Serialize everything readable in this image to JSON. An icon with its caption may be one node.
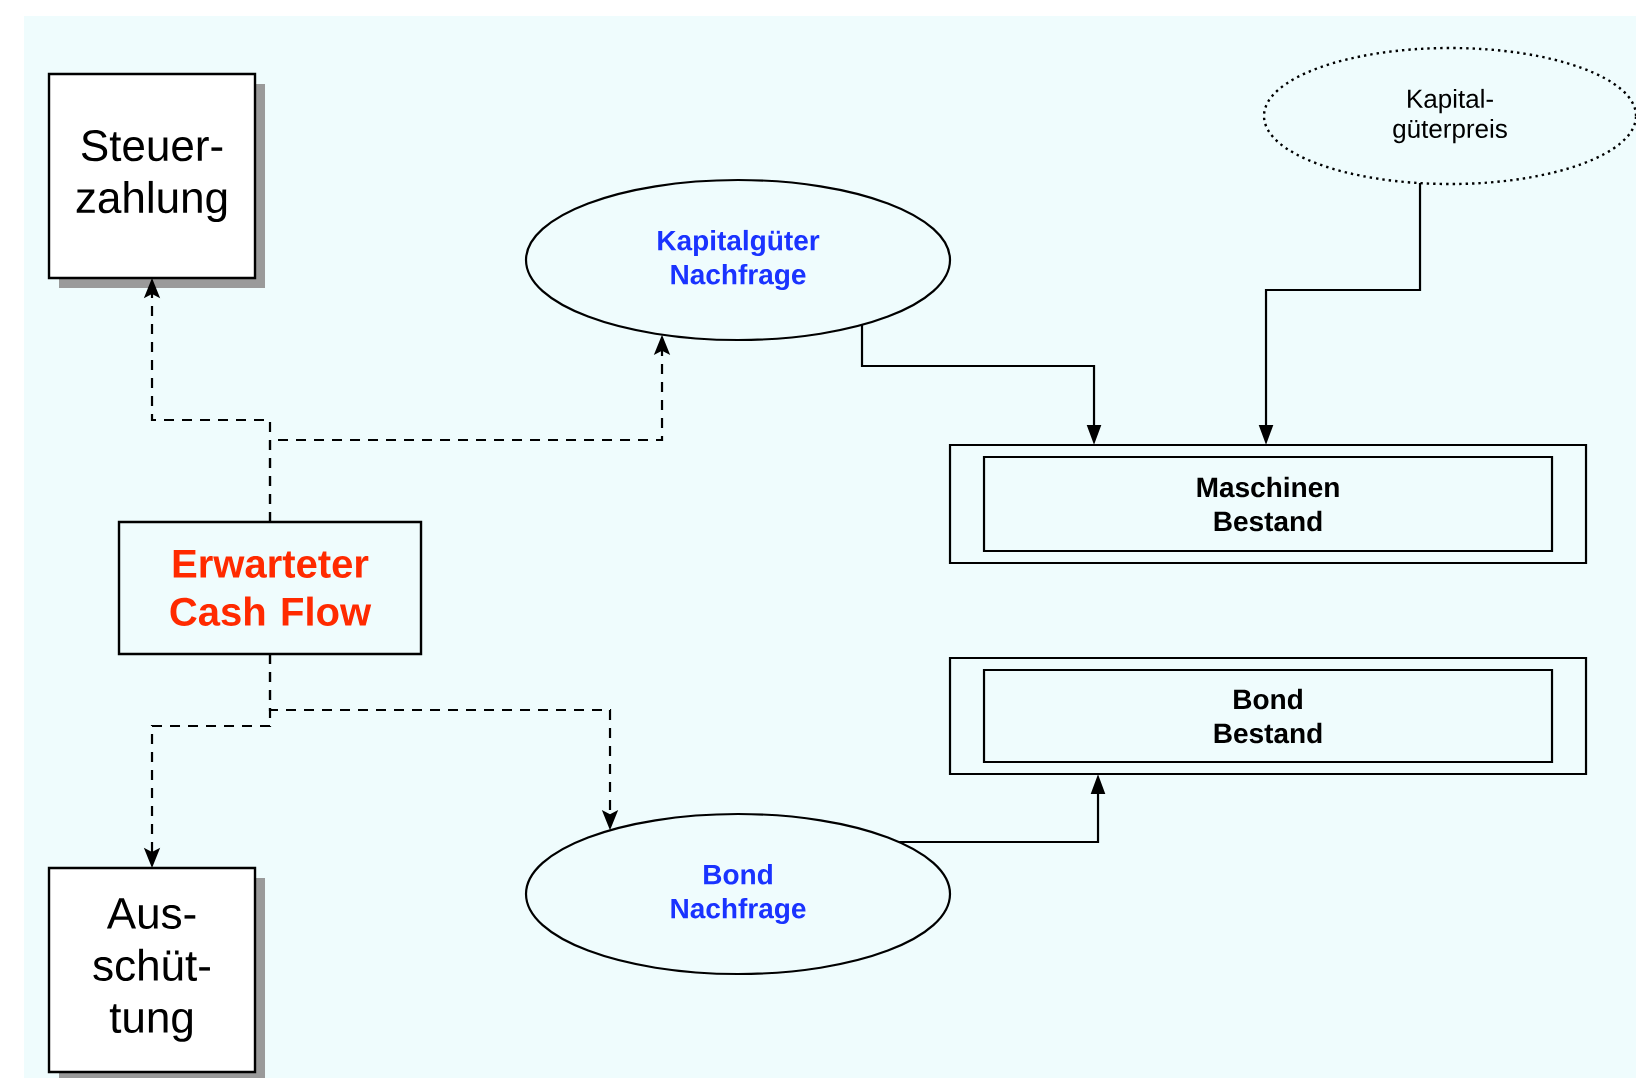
{
  "diagram": {
    "nodes": [
      {
        "text": [
          "Steuer- zahlung"
        ]
      },
      {
        "text": [
          "Kapital- güterpreis"
        ]
      },
      {
        "text": [
          "Kapitalgüter Nachfrage"
        ]
      },
      {
        "text": [
          "Maschinen Bestand"
        ]
      },
      {
        "text": [
          "Erwarteter Cash Flow"
        ]
      },
      {
        "text": [
          "Bond Bestand"
        ]
      },
      {
        "text": [
          "Bond Nachfrage"
        ]
      },
      {
        "text": [
          "Aus- schüt- tung"
        ]
      }
    ],
    "edges": [
      {
        "from": 4,
        "to": 0,
        "arrow": "to",
        "style": "dashed"
      },
      {
        "from": 4,
        "to": 2,
        "arrow": "to",
        "style": "dashed"
      },
      {
        "from": 4,
        "to": 7,
        "arrow": "to",
        "style": "dashed"
      },
      {
        "from": 4,
        "to": 6,
        "arrow": "to",
        "style": "dashed"
      },
      {
        "from": 2,
        "to": 3,
        "arrow": "to"
      },
      {
        "from": 1,
        "to": 3,
        "arrow": "to"
      },
      {
        "from": 6,
        "to": 5,
        "arrow": "to"
      }
    ]
  }
}
